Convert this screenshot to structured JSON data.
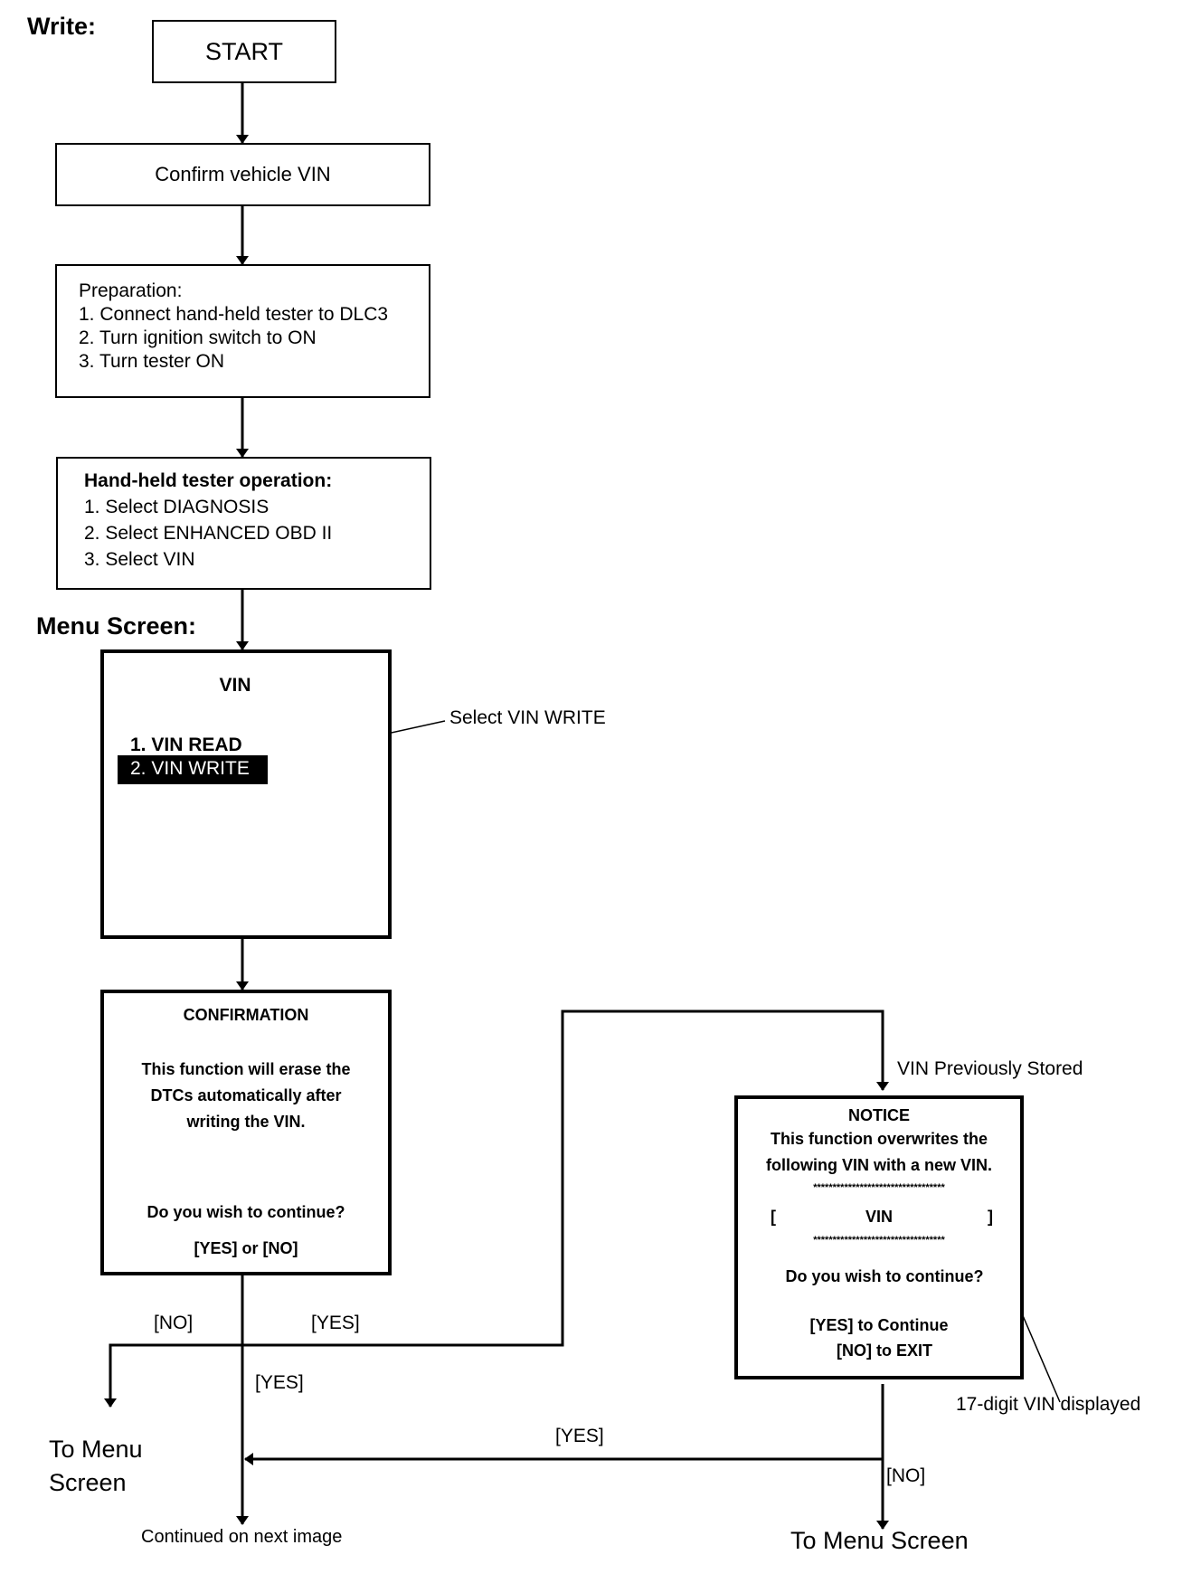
{
  "heading_write": "Write:",
  "heading_menu": "Menu Screen:",
  "start_label": "START",
  "confirm_vin": "Confirm vehicle VIN",
  "preparation": {
    "title": "Preparation:",
    "step1": "1. Connect hand-held tester to DLC3",
    "step2": "2. Turn ignition switch to ON",
    "step3": "3. Turn tester ON"
  },
  "tester_operation": {
    "title": "Hand-held tester operation:",
    "step1": "1. Select DIAGNOSIS",
    "step2": "2. Select ENHANCED OBD II",
    "step3": "3. Select VIN"
  },
  "menu_screen": {
    "title": "VIN",
    "item1": "1. VIN READ",
    "item2": "2. VIN WRITE",
    "callout": "Select VIN WRITE"
  },
  "confirmation": {
    "title": "CONFIRMATION",
    "line1": "This function will erase the",
    "line2": "DTCs automatically after",
    "line3": "writing the VIN.",
    "question": "Do you wish to continue?",
    "options": "[YES] or [NO]"
  },
  "notice": {
    "title": "NOTICE",
    "line1": "This function overwrites the",
    "line2": "following VIN with a new VIN.",
    "stars1": "**********************************",
    "bracket_open": "[",
    "vin": "VIN",
    "bracket_close": "]",
    "stars2": "**********************************",
    "question": "Do you wish to continue?",
    "yes_option": "[YES] to Continue",
    "no_option": "[NO] to EXIT"
  },
  "labels": {
    "vin_previously_stored": "VIN Previously Stored",
    "digit_vin": "17-digit VIN displayed",
    "no_1": "[NO]",
    "yes_1": "[YES]",
    "yes_2": "[YES]",
    "yes_3": "[YES]",
    "no_2": "[NO]",
    "to_menu_left_1": "To Menu",
    "to_menu_left_2": "Screen",
    "to_menu_right": "To Menu Screen",
    "continued": "Continued on next image"
  }
}
